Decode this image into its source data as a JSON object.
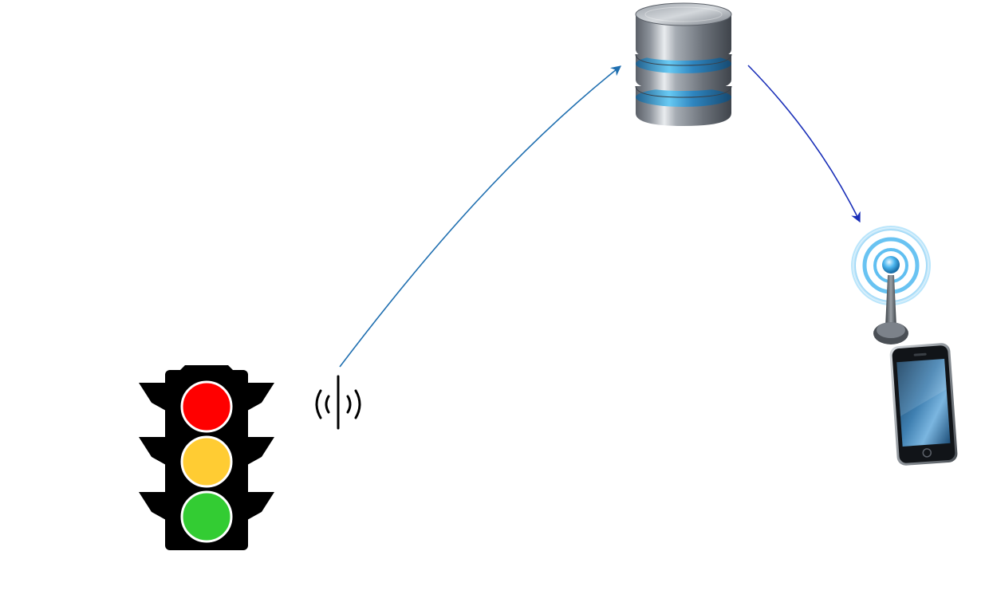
{
  "diagram": {
    "nodes": [
      {
        "id": "traffic-light",
        "icon": "traffic-light-icon"
      },
      {
        "id": "antenna",
        "icon": "radio-antenna-icon"
      },
      {
        "id": "database",
        "icon": "database-server-icon"
      },
      {
        "id": "wireless-tower",
        "icon": "wireless-tower-icon"
      },
      {
        "id": "smartphone",
        "icon": "smartphone-icon"
      }
    ],
    "edges": [
      {
        "from": "antenna",
        "to": "database",
        "color": "#1f6fb0"
      },
      {
        "from": "database",
        "to": "wireless-tower",
        "color": "#1a2fb8"
      }
    ],
    "colors": {
      "signal_red": "#ff0000",
      "signal_yellow": "#ffcc33",
      "signal_green": "#33cc33",
      "housing": "#000000",
      "accent_blue": "#4fb8f0"
    }
  }
}
